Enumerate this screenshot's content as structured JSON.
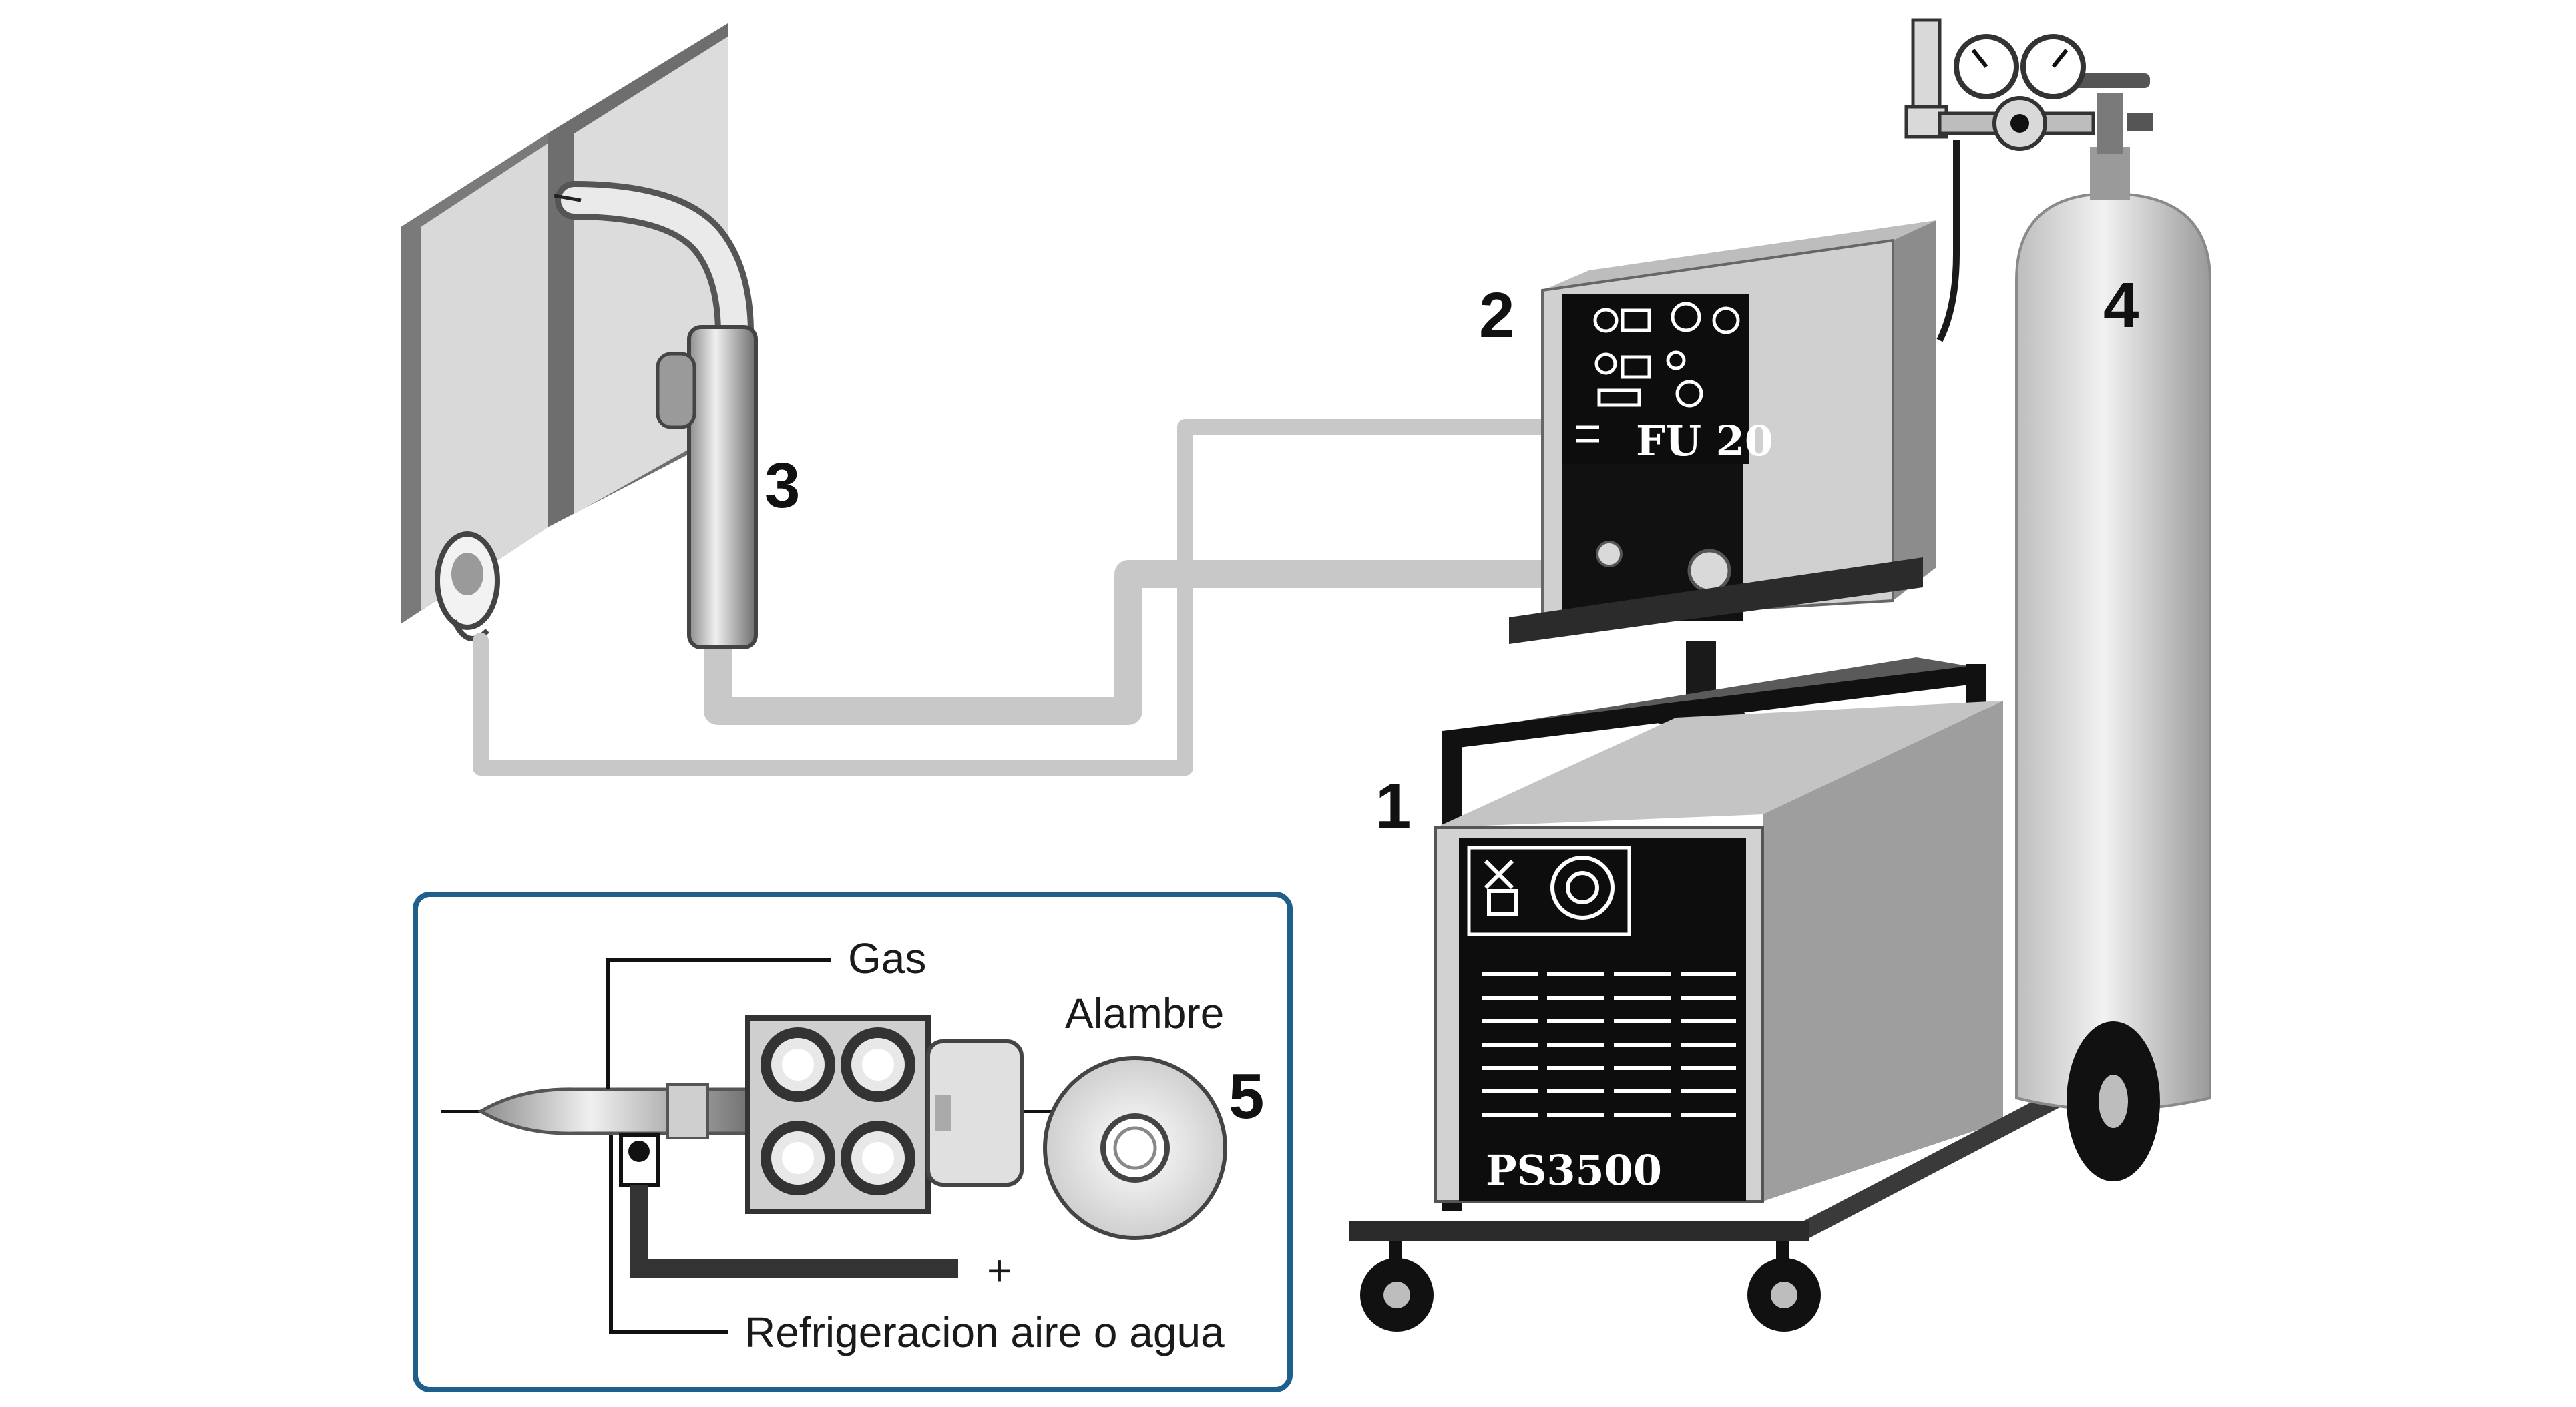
{
  "callouts": {
    "power_source": "1",
    "wire_feeder": "2",
    "torch": "3",
    "gas_cylinder": "4",
    "wire_reel": "5"
  },
  "machines": {
    "feeder_model": "FU 20",
    "source_model": "PS3500"
  },
  "inset": {
    "gas_label": "Gas",
    "wire_label": "Alambre",
    "cooling_label": "Refrigeracion aire o agua",
    "polarity": "+"
  },
  "colors": {
    "inset_border": "#1f5f8b",
    "cable": "#c8c8c8",
    "panel": "#0d0d0d"
  }
}
